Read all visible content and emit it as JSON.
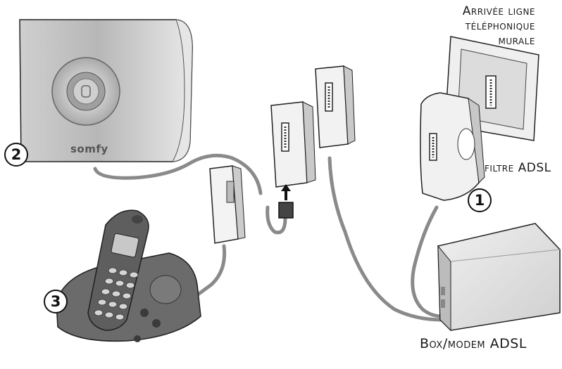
{
  "labels": {
    "arrivee_line1": "Arrivée ligne",
    "arrivee_line2": "téléphonique",
    "arrivee_line3": "murale",
    "filtre": "filtre ADSL",
    "box": "Box/modem ADSL"
  },
  "callouts": {
    "one": "1",
    "two": "2",
    "three": "3"
  },
  "brand": "somfy",
  "colors": {
    "cable": "#8a8a8a",
    "device_light": "#ececec",
    "device_mid": "#bdbdbd",
    "phone_dark": "#5b5b5b",
    "outline": "#222222"
  }
}
